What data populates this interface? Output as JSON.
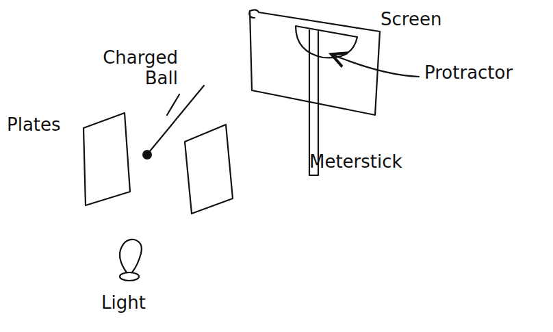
{
  "diagram": {
    "labels": [
      "Charged Ball",
      "Plates",
      "Screen",
      "Protractor",
      "Meterstick",
      "Light"
    ]
  }
}
